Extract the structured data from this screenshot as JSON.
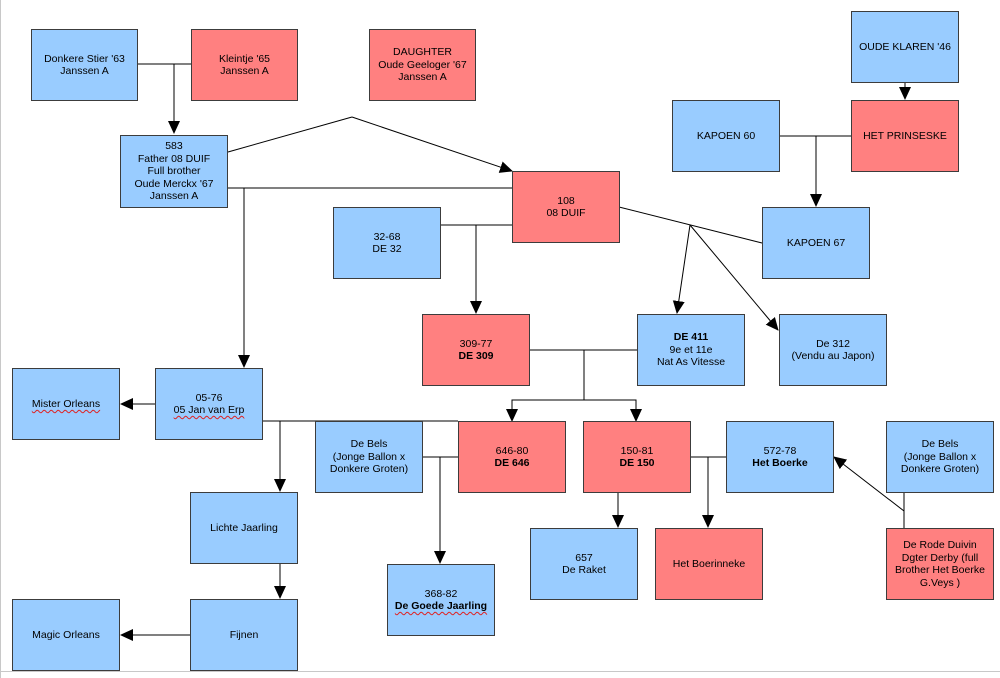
{
  "colors": {
    "male": "#99ccff",
    "female": "#ff8080",
    "line": "#000000",
    "border": "#3c3c3c"
  },
  "nodes": {
    "donkere_stier": {
      "color": "blue",
      "lines": [
        "Donkere Stier '63",
        "Janssen A"
      ]
    },
    "kleintje": {
      "color": "red",
      "lines": [
        "Kleintje '65",
        "Janssen A"
      ]
    },
    "daughter": {
      "color": "red",
      "lines": [
        "DAUGHTER",
        "Oude Geeloger '67",
        "Janssen A"
      ]
    },
    "oude_klaren": {
      "color": "blue",
      "lines": [
        "OUDE KLAREN '46"
      ]
    },
    "father_583": {
      "color": "blue",
      "lines": [
        "583",
        "Father 08 DUIF",
        "Full brother",
        "Oude Merckx '67",
        "Janssen A"
      ]
    },
    "kapoen_60": {
      "color": "blue",
      "lines": [
        "KAPOEN 60"
      ]
    },
    "het_prinseske": {
      "color": "red",
      "lines": [
        "HET PRINSESKE"
      ]
    },
    "duif_108": {
      "color": "red",
      "lines": [
        "108",
        "08 DUIF"
      ]
    },
    "de_32": {
      "color": "blue",
      "lines": [
        "32-68",
        "DE 32"
      ]
    },
    "kapoen_67": {
      "color": "blue",
      "lines": [
        "KAPOEN 67"
      ]
    },
    "de_309": {
      "color": "red",
      "lines": [
        "309-77",
        "DE 309"
      ]
    },
    "de_411": {
      "color": "blue",
      "lines": [
        "DE 411",
        "9e et 11e",
        "Nat As Vitesse"
      ]
    },
    "de_312": {
      "color": "blue",
      "lines": [
        "De 312",
        "(Vendu au Japon)"
      ]
    },
    "mister_orleans": {
      "color": "blue",
      "lines": [
        "Mister Orleans"
      ]
    },
    "jan_van_erp": {
      "color": "blue",
      "lines": [
        "05-76",
        "05 Jan van Erp"
      ]
    },
    "de_bels_1": {
      "color": "blue",
      "lines": [
        "De Bels",
        "(Jonge Ballon x",
        "Donkere Groten)"
      ]
    },
    "de_646": {
      "color": "red",
      "lines": [
        "646-80",
        "DE 646"
      ]
    },
    "de_150": {
      "color": "red",
      "lines": [
        "150-81",
        "DE 150"
      ]
    },
    "het_boerke": {
      "color": "blue",
      "lines": [
        "572-78",
        "Het Boerke"
      ]
    },
    "de_bels_2": {
      "color": "blue",
      "lines": [
        "De Bels",
        "(Jonge Ballon x",
        "Donkere Groten)"
      ]
    },
    "lichte_jaarling": {
      "color": "blue",
      "lines": [
        "Lichte Jaarling"
      ]
    },
    "de_raket": {
      "color": "blue",
      "lines": [
        "657",
        "De Raket"
      ]
    },
    "het_boerinneke": {
      "color": "red",
      "lines": [
        "Het Boerinneke"
      ]
    },
    "rode_duivin": {
      "color": "red",
      "lines": [
        "De Rode Duivin Dgter Derby (full Brother Het Boerke G.Veys )"
      ]
    },
    "goede_jaarling": {
      "color": "blue",
      "lines": [
        "368-82",
        "De Goede Jaarling"
      ]
    },
    "magic_orleans": {
      "color": "blue",
      "lines": [
        "Magic Orleans"
      ]
    },
    "fijnen": {
      "color": "blue",
      "lines": [
        "Fijnen"
      ]
    }
  }
}
